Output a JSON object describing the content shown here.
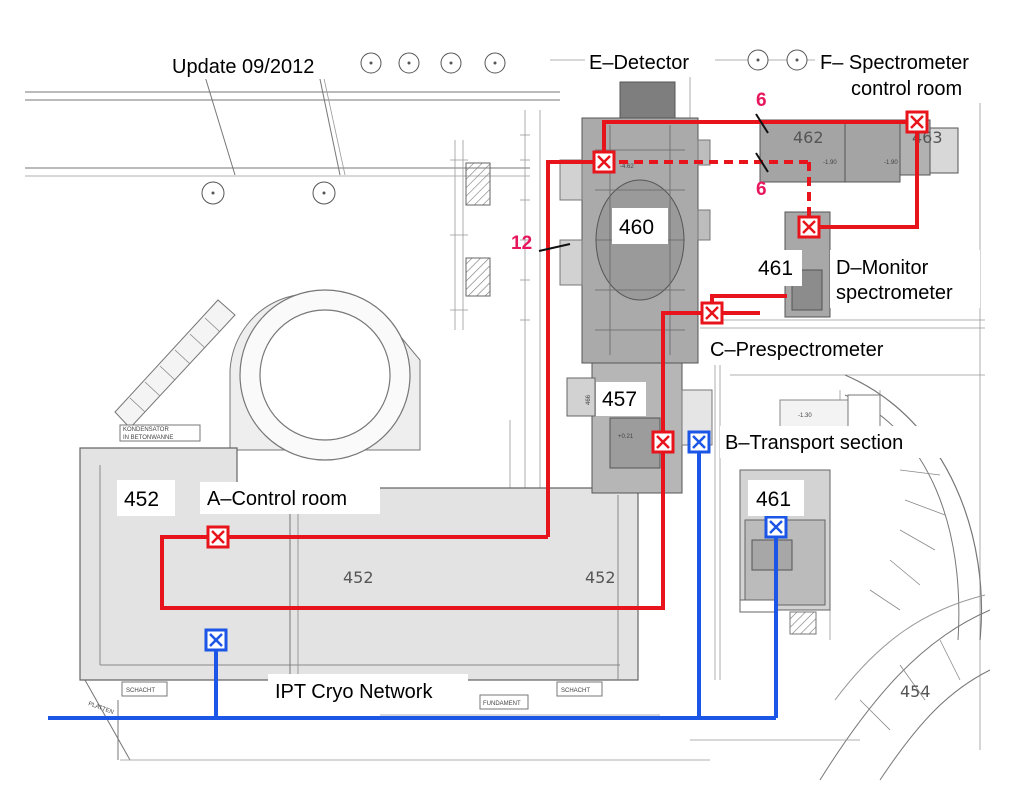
{
  "title": "Update 09/2012",
  "labels": {
    "E": "E–Detector",
    "F1": "F– Spectrometer",
    "F2": "control room",
    "D1": "D–Monitor",
    "D2": "spectrometer",
    "C": "C–Prespectrometer",
    "B": "B–Transport section",
    "A": "A–Control room",
    "network": "IPT Cryo Network"
  },
  "rooms": {
    "r460": "460",
    "r461a": "461",
    "r457": "457",
    "r452": "452",
    "r461b": "461"
  },
  "floor_labels": {
    "f452a": "452",
    "f452b": "452",
    "f454": "454",
    "f462": "462",
    "f463": "463",
    "f466": "466"
  },
  "plan_text": {
    "kondensator1": "KONDENSATOR",
    "kondensator2": "IN BETONWANNE",
    "schacht1": "SCHACHT",
    "schacht2": "SCHACHT",
    "fundament": "FUNDAMENT",
    "platten": "PLATTEN",
    "lev1": "-1.90",
    "lev2": "-1.90",
    "lev3": "-1.30",
    "lev4": "+0.21",
    "lev5": "-4.62"
  },
  "counts": {
    "c6a": "6",
    "c6b": "6",
    "c12": "12"
  },
  "colors": {
    "red": "#e8141b",
    "blue": "#1c56e6",
    "count": "#e8175d",
    "building": "#e2e2e2",
    "equipment": "#8a8a8a"
  },
  "icons": {
    "valve": "valve-box-icon"
  }
}
